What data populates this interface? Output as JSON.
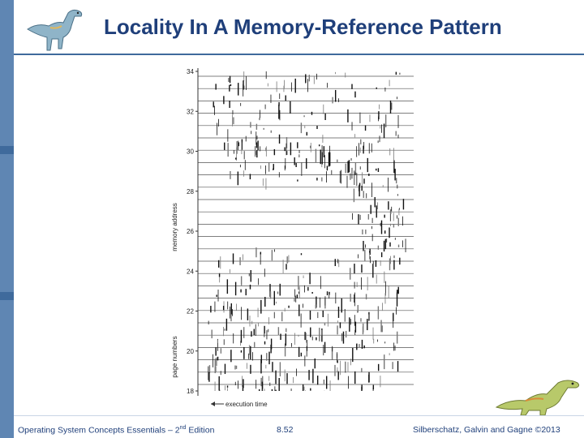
{
  "slide": {
    "title": "Locality In A Memory-Reference Pattern",
    "footer_left": "Operating System Concepts Essentials – 2",
    "footer_left_sup": "nd",
    "footer_left_suffix": " Edition",
    "page_number": "8.52",
    "copyright": "Silberschatz, Galvin and Gagne ©2013",
    "logo_icons": [
      "dinosaur-icon",
      "dinosaur-icon"
    ],
    "colors": {
      "sidebar": "#5f86b3",
      "title": "#1f3f7a"
    }
  },
  "chart_data": {
    "type": "scatter",
    "xlabel": "execution time",
    "ylabel_top": "memory address",
    "ylabel_bottom": "page numbers",
    "y_ticks": [
      "34",
      "32",
      "30",
      "28",
      "26",
      "24",
      "22",
      "20",
      "18"
    ],
    "grid": true
  }
}
